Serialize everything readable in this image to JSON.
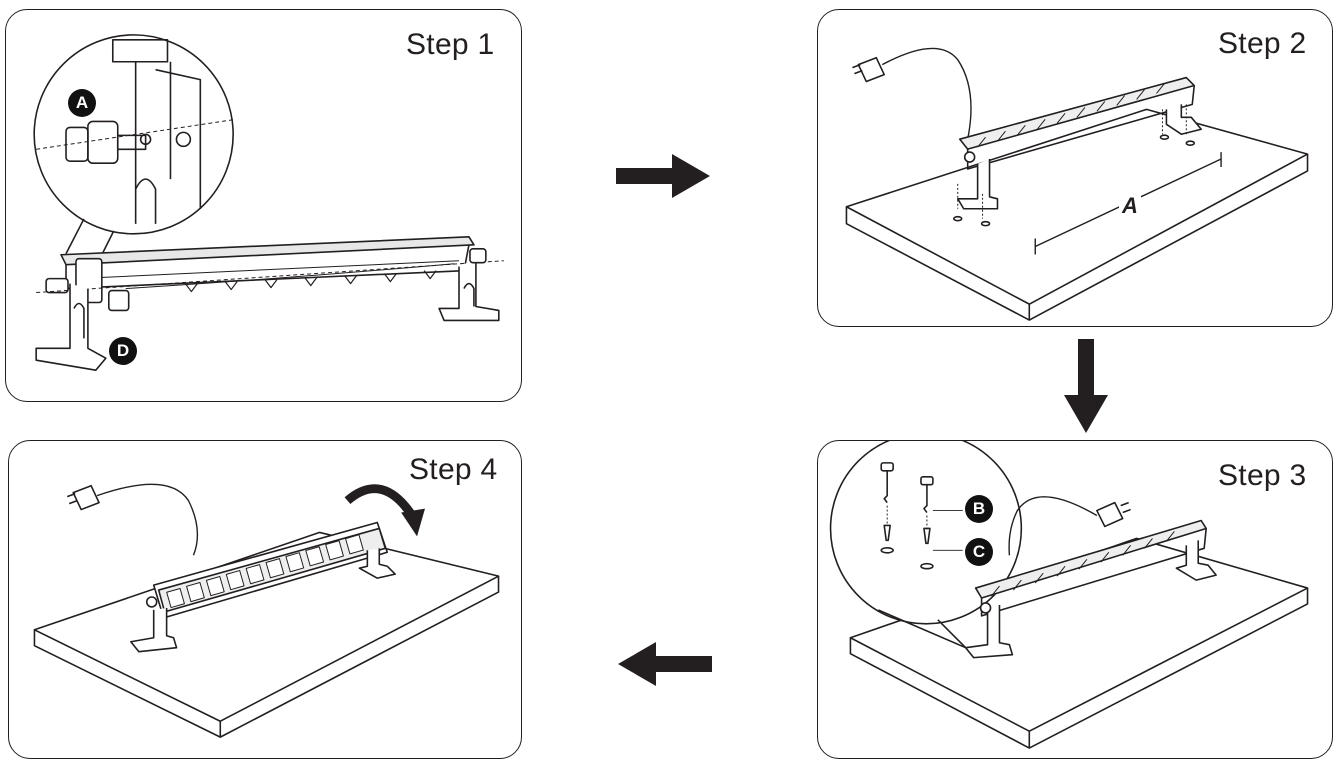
{
  "steps": [
    {
      "label": "Step 1",
      "callouts": [
        "A",
        "D"
      ]
    },
    {
      "label": "Step 2",
      "dimension_label": "A"
    },
    {
      "label": "Step 3",
      "callouts": [
        "B",
        "C"
      ]
    },
    {
      "label": "Step 4"
    }
  ],
  "flow": [
    "right-arrow",
    "down-arrow",
    "left-arrow"
  ]
}
